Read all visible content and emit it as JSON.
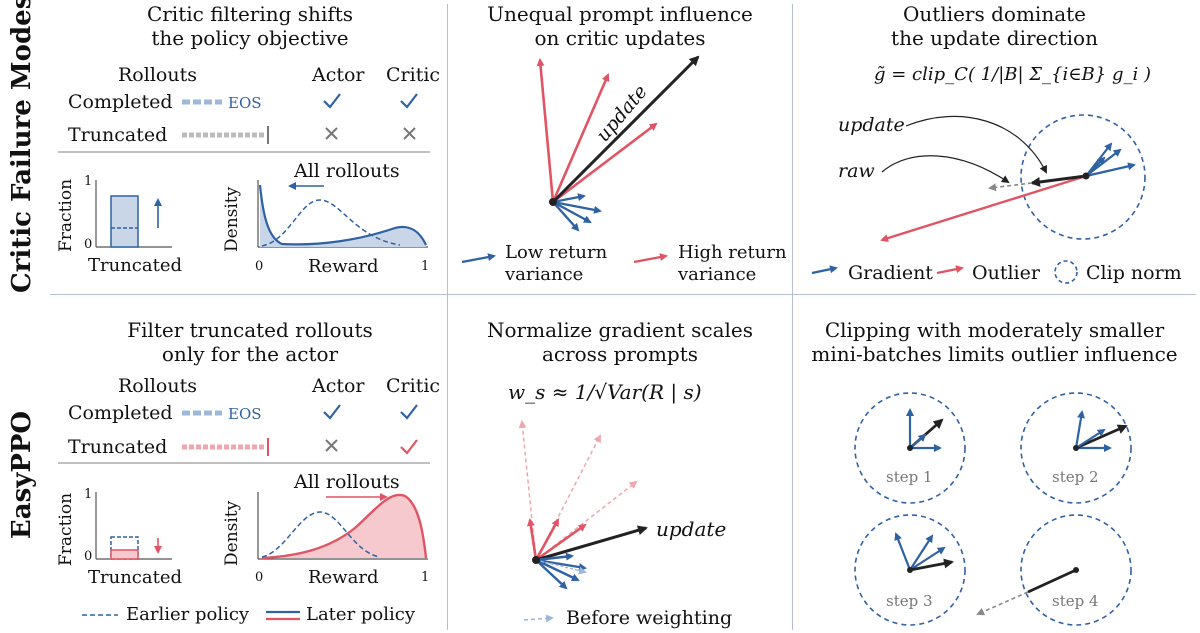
{
  "row_labels": {
    "top": "Critic Failure Modes",
    "bottom": "EasyPPO"
  },
  "colors": {
    "blue": "#2f62a3",
    "red": "#e05463",
    "dark": "#222222",
    "gray": "#888888",
    "light_blue_fill": "#c9d6e8",
    "light_red_fill": "#f6c9ce"
  },
  "top_left": {
    "title_line1": "Critic filtering shifts",
    "title_line2": "the policy objective",
    "header_rollouts": "Rollouts",
    "header_actor": "Actor",
    "header_critic": "Critic",
    "row_completed": "Completed",
    "row_truncated": "Truncated",
    "eos": "EOS",
    "fraction_label": "Fraction",
    "fraction_tick_1": "1",
    "fraction_tick_0": "0",
    "truncated_label": "Truncated",
    "density_label": "Density",
    "reward_label": "Reward",
    "reward_tick_0": "0",
    "reward_tick_1": "1",
    "all_rollouts": "All rollouts"
  },
  "top_mid": {
    "title_line1": "Unequal prompt influence",
    "title_line2": "on critic updates",
    "update": "update",
    "legend_low_1": "Low return",
    "legend_low_2": "variance",
    "legend_high_1": "High return",
    "legend_high_2": "variance"
  },
  "top_right": {
    "title_line1": "Outliers dominate",
    "title_line2": "the update direction",
    "formula": "g̃ = clip_C( 1/|B| Σ_{i∈B} g_i )",
    "update": "update",
    "raw": "raw",
    "legend_gradient": "Gradient",
    "legend_outlier": "Outlier",
    "legend_clip": "Clip norm"
  },
  "bottom_left": {
    "title_line1": "Filter truncated rollouts",
    "title_line2": "only for the actor",
    "header_rollouts": "Rollouts",
    "header_actor": "Actor",
    "header_critic": "Critic",
    "row_completed": "Completed",
    "row_truncated": "Truncated",
    "eos": "EOS",
    "fraction_label": "Fraction",
    "fraction_tick_1": "1",
    "fraction_tick_0": "0",
    "truncated_label": "Truncated",
    "density_label": "Density",
    "reward_label": "Reward",
    "reward_tick_0": "0",
    "reward_tick_1": "1",
    "all_rollouts": "All rollouts",
    "legend_earlier": "Earlier policy",
    "legend_later": "Later policy"
  },
  "bottom_mid": {
    "title_line1": "Normalize gradient scales",
    "title_line2": "across prompts",
    "formula": "w_s ≈ 1/√Var(R | s)",
    "update": "update",
    "legend_before": "Before weighting"
  },
  "bottom_right": {
    "title_line1": "Clipping with moderately smaller",
    "title_line2": "mini-batches limits outlier influence",
    "step1": "step 1",
    "step2": "step 2",
    "step3": "step 3",
    "step4": "step 4"
  }
}
